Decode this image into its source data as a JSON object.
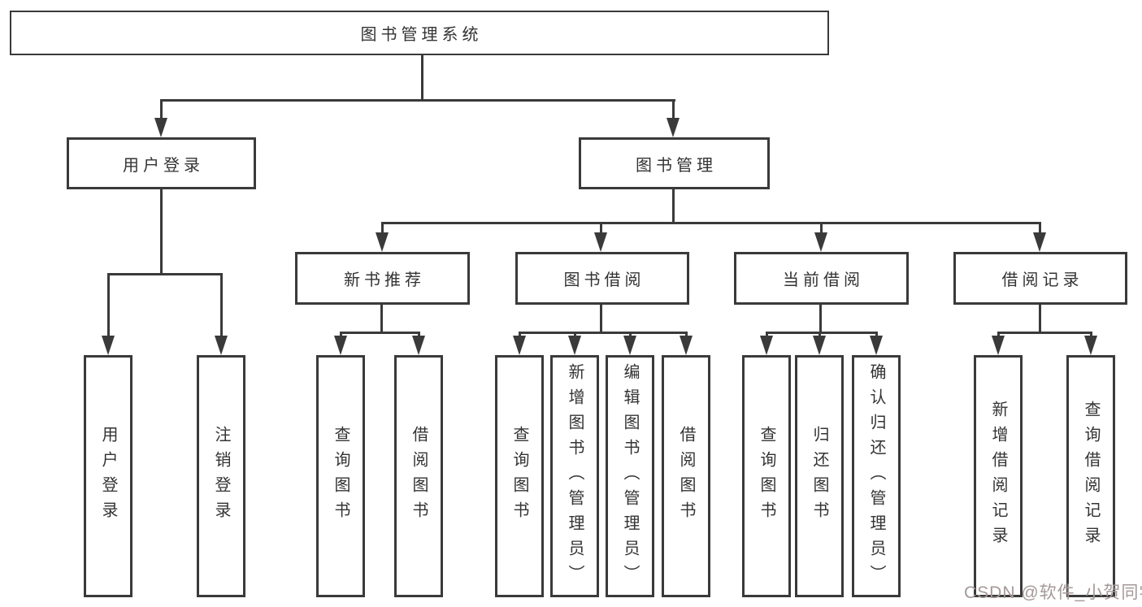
{
  "diagram": {
    "watermark": "CSDN @软件_小贺同学",
    "colors": {
      "line": "#3a3a3a",
      "text": "#333333",
      "watermark": "#a59898",
      "background": "#ffffff"
    },
    "root": {
      "label": "图书管理系统"
    },
    "branches": [
      {
        "label": "用户登录",
        "leaves": [
          {
            "label": "用户登录"
          },
          {
            "label": "注销登录"
          }
        ]
      },
      {
        "label": "图书管理",
        "sections": [
          {
            "label": "新书推荐",
            "leaves": [
              {
                "label": "查询图书"
              },
              {
                "label": "借阅图书"
              }
            ]
          },
          {
            "label": "图书借阅",
            "leaves": [
              {
                "label": "查询图书"
              },
              {
                "label": "新增图书（管理员）"
              },
              {
                "label": "编辑图书（管理员）"
              },
              {
                "label": "借阅图书"
              }
            ]
          },
          {
            "label": "当前借阅",
            "leaves": [
              {
                "label": "查询图书"
              },
              {
                "label": "归还图书"
              },
              {
                "label": "确认归还（管理员）"
              }
            ]
          },
          {
            "label": "借阅记录",
            "leaves": [
              {
                "label": "新增借阅记录"
              },
              {
                "label": "查询借阅记录"
              }
            ]
          }
        ]
      }
    ]
  }
}
